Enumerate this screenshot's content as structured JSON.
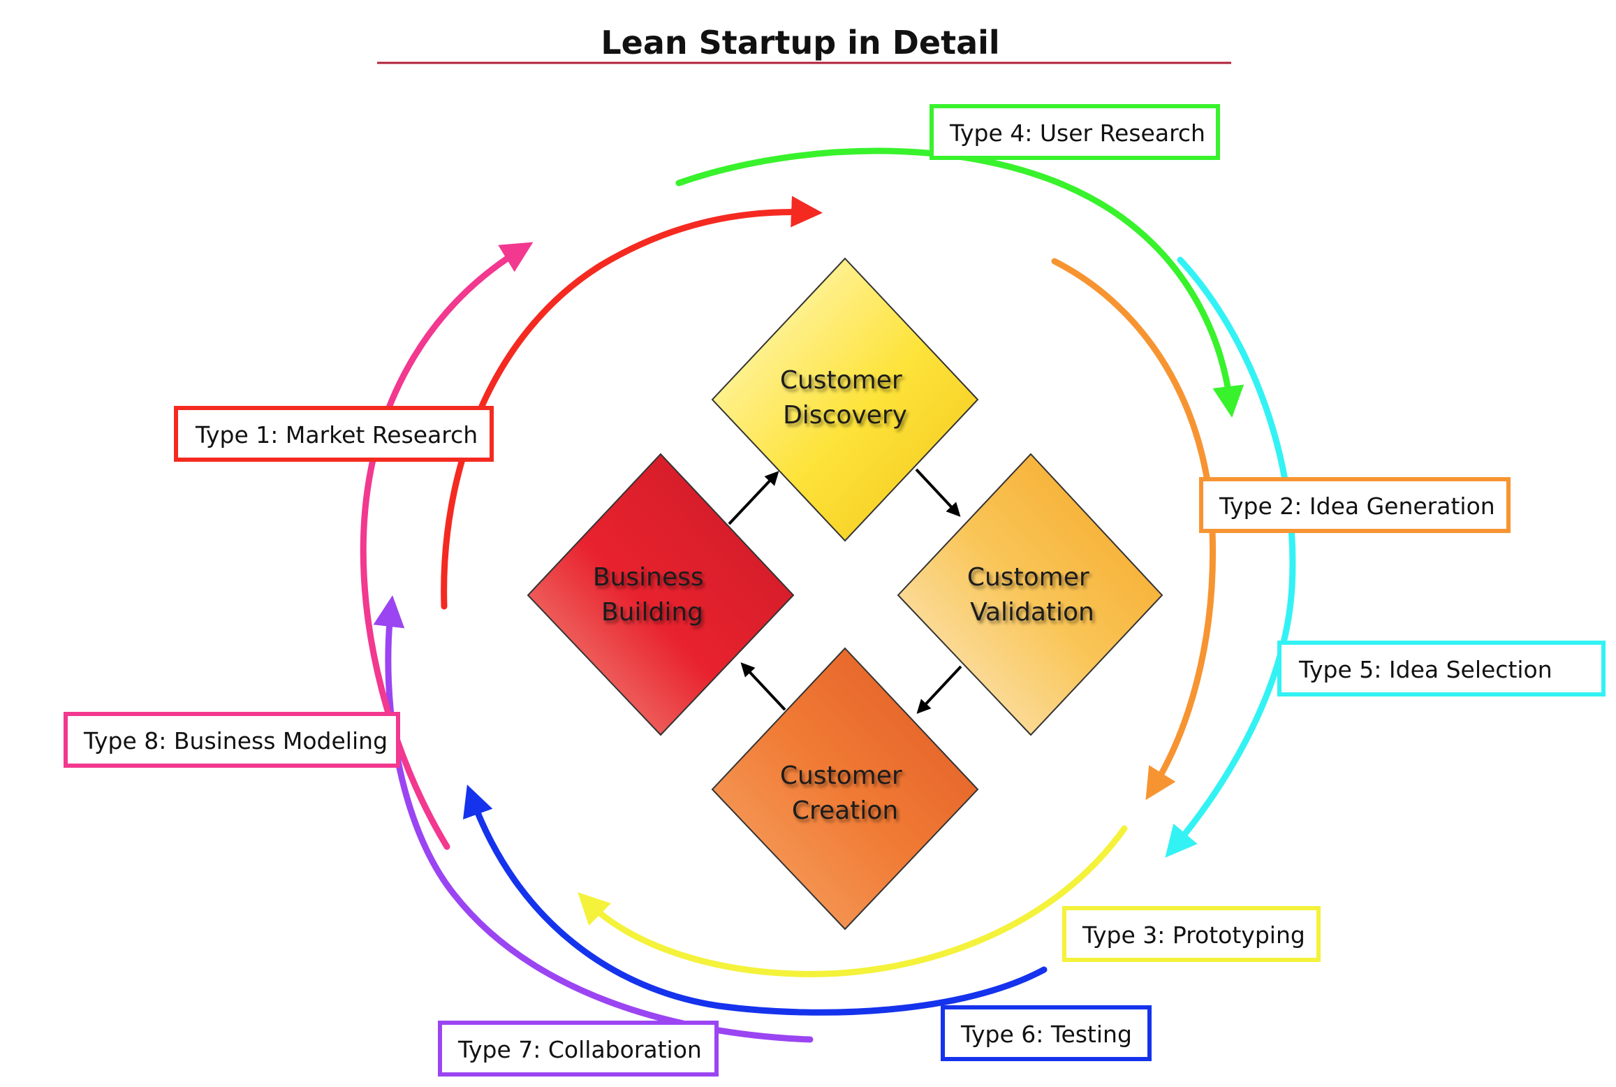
{
  "title": "Lean Startup in Detail",
  "colors": {
    "title_rule": "#b0213a",
    "type1": "#f42a21",
    "type2": "#f79432",
    "type3": "#f4f23a",
    "type4": "#38f22c",
    "type5": "#33f2f4",
    "type6": "#1533ec",
    "type7": "#9b45f2",
    "type8": "#f2388f"
  },
  "phases": {
    "discovery": {
      "line1": "Customer",
      "line2": "Discovery"
    },
    "validation": {
      "line1": "Customer",
      "line2": "Validation"
    },
    "creation": {
      "line1": "Customer",
      "line2": "Creation"
    },
    "building": {
      "line1": "Business",
      "line2": "Building"
    }
  },
  "types": {
    "type1": "Type 1: Market Research",
    "type2": "Type 2: Idea Generation",
    "type3": "Type 3: Prototyping",
    "type4": "Type 4: User Research",
    "type5": "Type 5: Idea Selection",
    "type6": "Type 6: Testing",
    "type7": "Type 7: Collaboration",
    "type8": "Type 8: Business Modeling"
  }
}
